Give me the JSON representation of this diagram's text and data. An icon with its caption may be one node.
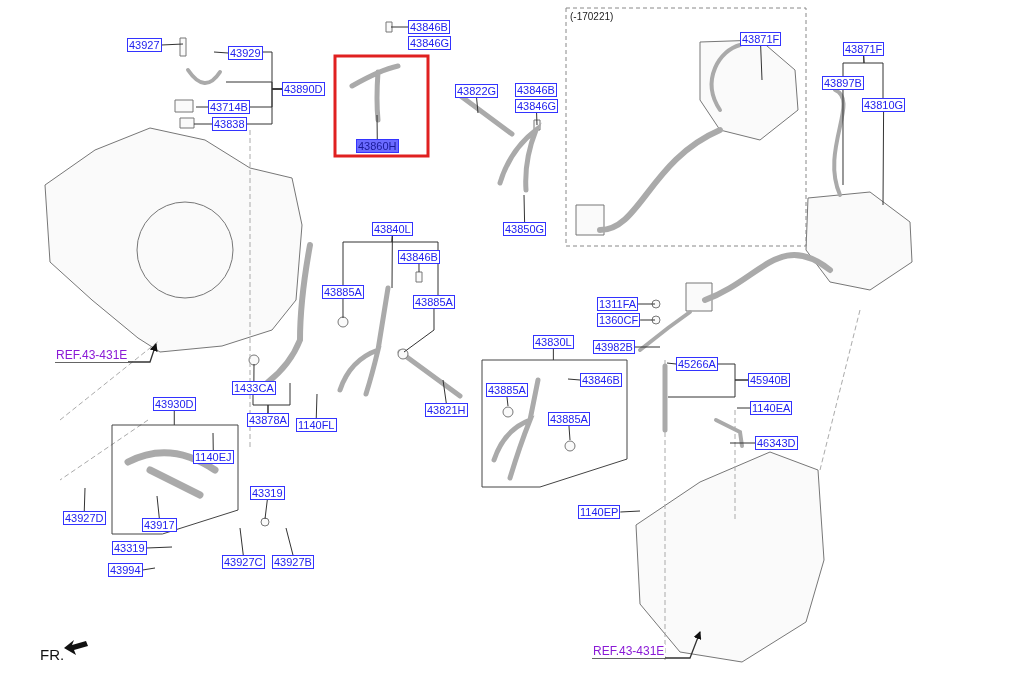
{
  "diagram": {
    "nodes": [
      {
        "text": [
          "43927"
        ]
      },
      {
        "text": [
          "43929"
        ]
      },
      {
        "text": [
          "43890D"
        ]
      },
      {
        "text": [
          "43714B"
        ]
      },
      {
        "text": [
          "43838"
        ]
      },
      {
        "text": [],
        "shape": "box"
      },
      {
        "text": [
          "43860H"
        ],
        "in": 5
      },
      {
        "text": [
          "43846B"
        ]
      },
      {
        "text": [
          "43846G"
        ]
      },
      {
        "text": [
          "43822G"
        ]
      },
      {
        "text": [
          "43846B"
        ]
      },
      {
        "text": [
          "43846G"
        ]
      },
      {
        "text": [
          "43850G"
        ]
      },
      {
        "text": [
          "(-170221)"
        ]
      },
      {
        "text": [
          "43871F"
        ],
        "in": 13
      },
      {
        "text": [
          "43871F"
        ]
      },
      {
        "text": [
          "43897B"
        ]
      },
      {
        "text": [
          "43810G"
        ]
      },
      {
        "text": [
          "43840L"
        ]
      },
      {
        "text": [
          "43846B"
        ]
      },
      {
        "text": [
          "43885A"
        ]
      },
      {
        "text": [
          "43885A"
        ]
      },
      {
        "text": [
          "REF.43-431E"
        ]
      },
      {
        "text": [
          "1433CA"
        ]
      },
      {
        "text": [
          "43878A"
        ]
      },
      {
        "text": [
          "1140FL"
        ]
      },
      {
        "text": [
          "43821H"
        ]
      },
      {
        "text": [
          "43830L"
        ]
      },
      {
        "text": [],
        "shape": "box"
      },
      {
        "text": [
          "43885A"
        ],
        "in": 28
      },
      {
        "text": [
          "43846B"
        ],
        "in": 28
      },
      {
        "text": [
          "43885A"
        ],
        "in": 28
      },
      {
        "text": [
          "1311FA"
        ]
      },
      {
        "text": [
          "1360CF"
        ]
      },
      {
        "text": [
          "43982B"
        ]
      },
      {
        "text": [
          "45266A"
        ]
      },
      {
        "text": [
          "45940B"
        ]
      },
      {
        "text": [
          "1140EA"
        ]
      },
      {
        "text": [
          "46343D"
        ]
      },
      {
        "text": [
          "43930D"
        ]
      },
      {
        "text": [],
        "shape": "box"
      },
      {
        "text": [
          "1140EJ"
        ],
        "in": 40
      },
      {
        "text": [
          "43927D"
        ]
      },
      {
        "text": [
          "43917"
        ],
        "in": 40
      },
      {
        "text": [
          "43319"
        ]
      },
      {
        "text": [
          "43319"
        ]
      },
      {
        "text": [
          "43927C"
        ]
      },
      {
        "text": [
          "43927B"
        ]
      },
      {
        "text": [
          "43994"
        ]
      },
      {
        "text": [
          "1140EP"
        ]
      },
      {
        "text": [
          "REF.43-431E"
        ]
      }
    ],
    "edges": [
      {
        "from": 0,
        "to": null,
        "arrow": "none"
      },
      {
        "from": 1,
        "to": null,
        "arrow": "none"
      },
      {
        "from": 2,
        "to": null,
        "arrow": "none"
      },
      {
        "from": 2,
        "to": 1,
        "arrow": "none"
      },
      {
        "from": 2,
        "to": 3,
        "arrow": "none"
      },
      {
        "from": 2,
        "to": 4,
        "arrow": "none"
      },
      {
        "from": 3,
        "to": null,
        "arrow": "none"
      },
      {
        "from": 4,
        "to": null,
        "arrow": "none"
      },
      {
        "from": 6,
        "to": null,
        "arrow": "none"
      },
      {
        "from": 7,
        "to": null,
        "arrow": "none"
      },
      {
        "from": 9,
        "to": null,
        "arrow": "none"
      },
      {
        "from": 11,
        "to": null,
        "arrow": "none"
      },
      {
        "from": 12,
        "to": null,
        "arrow": "none"
      },
      {
        "from": 14,
        "to": null,
        "arrow": "none"
      },
      {
        "from": 15,
        "to": 16,
        "arrow": "none"
      },
      {
        "from": 15,
        "to": 17,
        "arrow": "none"
      },
      {
        "from": 16,
        "to": null,
        "arrow": "none"
      },
      {
        "from": 17,
        "to": null,
        "arrow": "none"
      },
      {
        "from": 18,
        "to": null,
        "arrow": "none"
      },
      {
        "from": 18,
        "to": 20,
        "arrow": "none"
      },
      {
        "from": 18,
        "to": 21,
        "arrow": "none"
      },
      {
        "from": 19,
        "to": null,
        "arrow": "none"
      },
      {
        "from": 20,
        "to": null,
        "arrow": "none"
      },
      {
        "from": 21,
        "to": null,
        "arrow": "none"
      },
      {
        "from": 22,
        "to": null,
        "arrow": "to"
      },
      {
        "from": 23,
        "to": null,
        "arrow": "none"
      },
      {
        "from": 24,
        "to": 23,
        "arrow": "none"
      },
      {
        "from": 24,
        "to": null,
        "arrow": "none"
      },
      {
        "from": 25,
        "to": null,
        "arrow": "none"
      },
      {
        "from": 26,
        "to": null,
        "arrow": "none"
      },
      {
        "from": 27,
        "to": 28,
        "arrow": "none"
      },
      {
        "from": 29,
        "to": null,
        "arrow": "none"
      },
      {
        "from": 30,
        "to": null,
        "arrow": "none"
      },
      {
        "from": 31,
        "to": null,
        "arrow": "none"
      },
      {
        "from": 32,
        "to": null,
        "arrow": "none"
      },
      {
        "from": 33,
        "to": null,
        "arrow": "none"
      },
      {
        "from": 34,
        "to": null,
        "arrow": "none"
      },
      {
        "from": 35,
        "to": null,
        "arrow": "none"
      },
      {
        "from": 36,
        "to": 35,
        "arrow": "none"
      },
      {
        "from": 36,
        "to": null,
        "arrow": "none"
      },
      {
        "from": 37,
        "to": null,
        "arrow": "none"
      },
      {
        "from": 38,
        "to": null,
        "arrow": "none"
      },
      {
        "from": 39,
        "to": 40,
        "arrow": "none"
      },
      {
        "from": 41,
        "to": null,
        "arrow": "none"
      },
      {
        "from": 42,
        "to": null,
        "arrow": "none"
      },
      {
        "from": 43,
        "to": null,
        "arrow": "none"
      },
      {
        "from": 44,
        "to": null,
        "arrow": "none"
      },
      {
        "from": 45,
        "to": null,
        "arrow": "none"
      },
      {
        "from": 46,
        "to": null,
        "arrow": "none"
      },
      {
        "from": 47,
        "to": null,
        "arrow": "none"
      },
      {
        "from": 48,
        "to": null,
        "arrow": "none"
      },
      {
        "from": 49,
        "to": null,
        "arrow": "none"
      },
      {
        "from": 50,
        "to": null,
        "arrow": "to"
      }
    ],
    "labels": [
      "FR."
    ]
  }
}
